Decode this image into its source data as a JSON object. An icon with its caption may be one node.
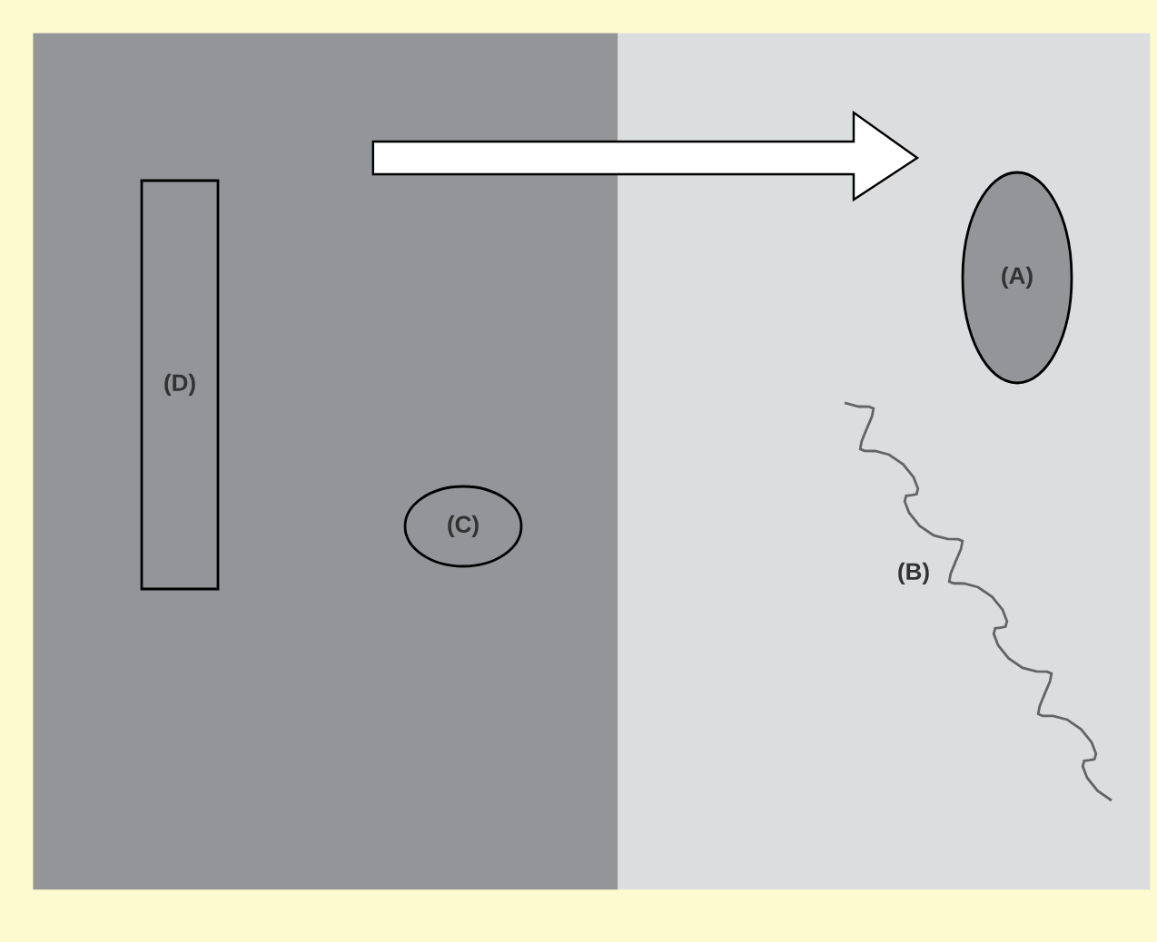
{
  "diagram": {
    "nodes": [
      {
        "text": [],
        "shape": "box"
      },
      {
        "text": [],
        "shape": "box"
      },
      {
        "text": [
          "(A)"
        ],
        "in": 1
      },
      {
        "text": [
          "(B)"
        ],
        "in": 1
      },
      {
        "text": [
          "(C)"
        ],
        "in": 0
      },
      {
        "text": [
          "(D)"
        ],
        "in": 0
      }
    ],
    "edges": [
      {
        "from": 0,
        "to": 1,
        "arrow": "to"
      }
    ]
  }
}
